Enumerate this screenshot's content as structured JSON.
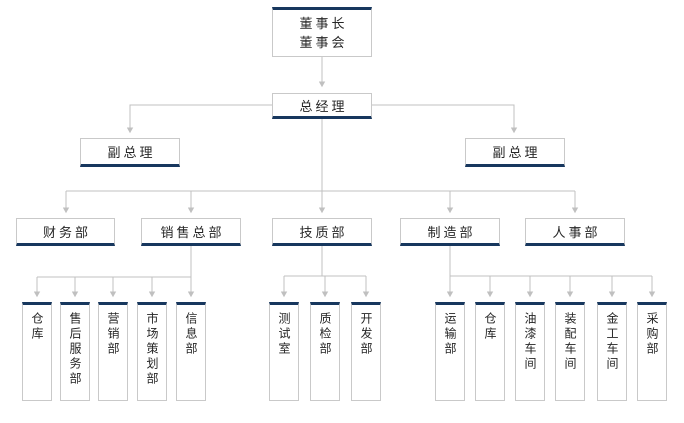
{
  "chart": {
    "chairman": {
      "line1": "董事长",
      "line2": "董事会"
    },
    "general_manager": "总经理",
    "vice_left": "副总理",
    "vice_right": "副总理",
    "departments": [
      "财务部",
      "销售总部",
      "技质部",
      "制造部",
      "人事部"
    ],
    "sales_children": [
      "仓库",
      "售后服务部",
      "营销部",
      "市场策划部",
      "信息部"
    ],
    "tech_children": [
      "测试室",
      "质检部",
      "开发部"
    ],
    "mfg_children": [
      "运输部",
      "仓库",
      "油漆车间",
      "装配车间",
      "金工车间",
      "采购部"
    ]
  },
  "colors": {
    "accent": "#17375e",
    "connector": "#c0c0c0",
    "box_border": "#c9c9c9",
    "text": "#262626",
    "background": "#ffffff"
  }
}
